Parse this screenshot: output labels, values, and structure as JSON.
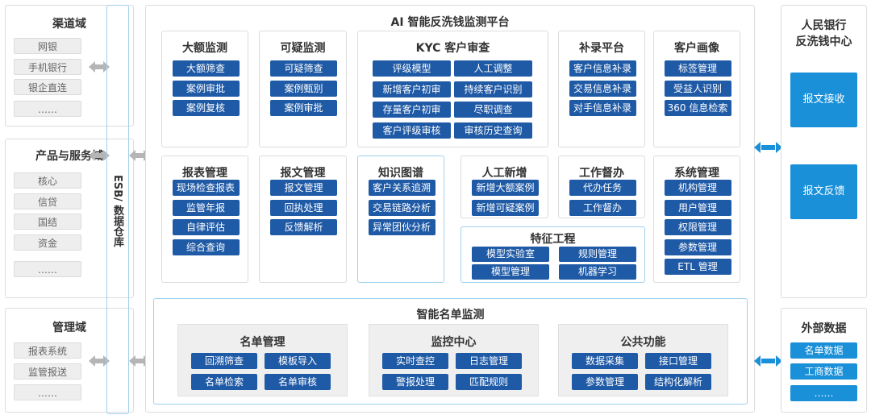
{
  "left_domains": [
    {
      "title": "渠道域",
      "items": [
        "网银",
        "手机银行",
        "银企直连",
        "……"
      ]
    },
    {
      "title": "产品与服务域",
      "items": [
        "核心",
        "信贷",
        "国结",
        "资金",
        "……"
      ]
    },
    {
      "title": "管理域",
      "items": [
        "报表系统",
        "监管报送",
        "……"
      ]
    }
  ],
  "esb_label": "ESB/ 数据仓库",
  "platform": {
    "title": "AI 智能反洗钱监测平台",
    "modules": [
      {
        "title": "大额监测",
        "items": [
          "大额筛查",
          "案例审批",
          "案例复核"
        ]
      },
      {
        "title": "可疑监测",
        "items": [
          "可疑筛查",
          "案例甄别",
          "案例审批"
        ]
      },
      {
        "title": "KYC 客户审查",
        "items": [
          "评级模型",
          "人工调整",
          "新增客户初审",
          "持续客户识别",
          "存量客户初审",
          "尽职调查",
          "客户评级审核",
          "审核历史查询"
        ]
      },
      {
        "title": "补录平台",
        "items": [
          "客户信息补录",
          "交易信息补录",
          "对手信息补录"
        ]
      },
      {
        "title": "客户画像",
        "items": [
          "标签管理",
          "受益人识别",
          "360 信息检索"
        ]
      },
      {
        "title": "报表管理",
        "items": [
          "现场检查报表",
          "监管年报",
          "自律评估",
          "综合查询"
        ]
      },
      {
        "title": "报文管理",
        "items": [
          "报文管理",
          "回执处理",
          "反馈解析"
        ]
      },
      {
        "title": "知识图谱",
        "items": [
          "客户关系追溯",
          "交易链路分析",
          "异常团伙分析"
        ]
      },
      {
        "title": "人工新增",
        "items": [
          "新增大额案例",
          "新增可疑案例"
        ]
      },
      {
        "title": "工作督办",
        "items": [
          "代办任务",
          "工作督办"
        ]
      },
      {
        "title": "系统管理",
        "items": [
          "机构管理",
          "用户管理",
          "权限管理",
          "参数管理",
          "ETL 管理"
        ]
      },
      {
        "title": "特征工程",
        "items": [
          "模型实验室",
          "规则管理",
          "模型管理",
          "机器学习"
        ]
      }
    ],
    "list_monitoring": {
      "title": "智能名单监测",
      "panels": [
        {
          "title": "名单管理",
          "items": [
            "回溯筛查",
            "模板导入",
            "名单检索",
            "名单审核"
          ]
        },
        {
          "title": "监控中心",
          "items": [
            "实时查控",
            "日志管理",
            "警报处理",
            "匹配规则"
          ]
        },
        {
          "title": "公共功能",
          "items": [
            "数据采集",
            "接口管理",
            "参数管理",
            "结构化解析"
          ]
        }
      ]
    }
  },
  "pboc": {
    "title_lines": [
      "人民银行",
      "反洗钱中心"
    ],
    "items": [
      "报文接收",
      "报文反馈"
    ]
  },
  "external": {
    "title": "外部数据",
    "items": [
      "名单数据",
      "工商数据",
      "……"
    ]
  },
  "colors": {
    "item_dark": "#1f5aa6",
    "item_light": "#1a90d9",
    "arrow_gray": "#b5b5b5"
  }
}
